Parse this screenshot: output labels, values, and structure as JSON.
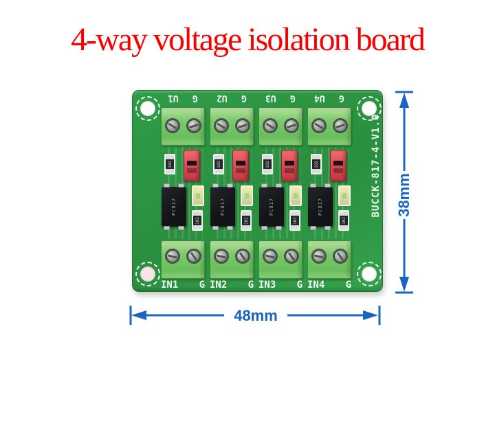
{
  "title": {
    "text": "4-way voltage isolation board"
  },
  "colors": {
    "title_red": "#f80000",
    "dimension_blue": "#1b63c0",
    "pcb_green": "#2f9846",
    "terminal_green": "#7cc96a",
    "jumper_red": "#d94850",
    "silkscreen_white": "#f2f8f2"
  },
  "board": {
    "side_label": "BUCCK-817-4-V1.0",
    "channels": [
      {
        "top": "U1",
        "top_gnd": "G",
        "bottom": "IN1",
        "bottom_gnd": "G",
        "ic": "PC817",
        "resistor_code": "102"
      },
      {
        "top": "U2",
        "top_gnd": "G",
        "bottom": "IN2",
        "bottom_gnd": "G",
        "ic": "PC817",
        "resistor_code": "102"
      },
      {
        "top": "U3",
        "top_gnd": "G",
        "bottom": "IN3",
        "bottom_gnd": "G",
        "ic": "PC817",
        "resistor_code": "102"
      },
      {
        "top": "U4",
        "top_gnd": "G",
        "bottom": "IN4",
        "bottom_gnd": "G",
        "ic": "PC817",
        "resistor_code": "102"
      }
    ]
  },
  "dims": {
    "width_label": "48mm",
    "height_label": "38mm"
  }
}
